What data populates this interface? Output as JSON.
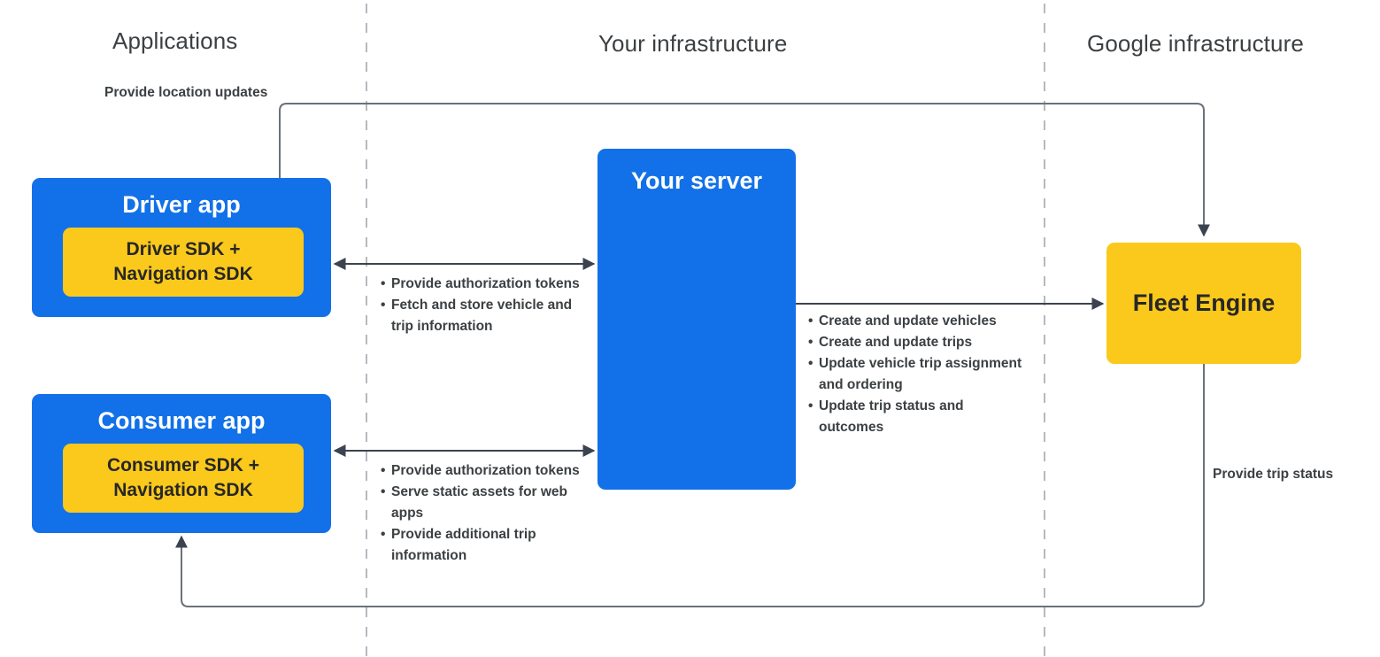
{
  "columns": [
    {
      "id": "applications",
      "label": "Applications"
    },
    {
      "id": "your-infrastructure",
      "label": "Your infrastructure"
    },
    {
      "id": "google-infrastructure",
      "label": "Google infrastructure"
    }
  ],
  "nodes": {
    "driver_app": {
      "title": "Driver app",
      "sdk": "Driver SDK +\nNavigation SDK"
    },
    "consumer_app": {
      "title": "Consumer app",
      "sdk": "Consumer SDK +\nNavigation SDK"
    },
    "your_server": {
      "title": "Your server"
    },
    "fleet_engine": {
      "title": "Fleet Engine"
    }
  },
  "edges": {
    "location_updates_label": "Provide location updates",
    "trip_status_label": "Provide trip status",
    "driver_server_bullets": [
      "Provide authorization tokens",
      "Fetch and store vehicle and trip information"
    ],
    "consumer_server_bullets": [
      "Provide authorization tokens",
      "Serve static assets for web apps",
      "Provide additional trip information"
    ],
    "server_fleet_bullets": [
      "Create and update vehicles",
      "Create and update trips",
      "Update vehicle trip assignment and ordering",
      "Update trip status and outcomes"
    ]
  },
  "colors": {
    "app_blue": "#1271e8",
    "sdk_yellow": "#fbc91b",
    "text_dark": "#3c4043",
    "line_gray": "#6b7178",
    "divider_gray": "#b5b9c0"
  }
}
